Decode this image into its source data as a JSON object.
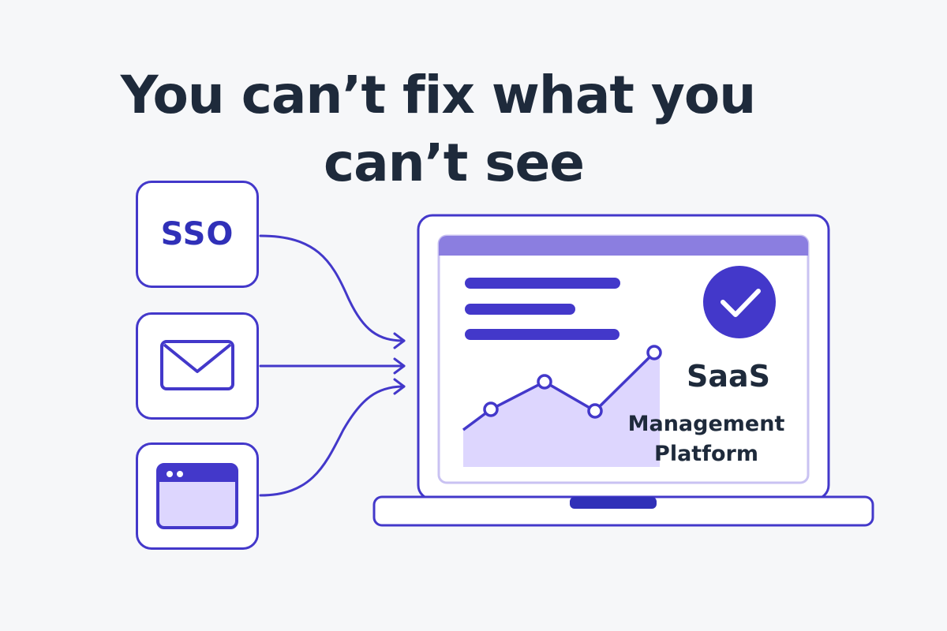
{
  "headline": {
    "line1": "You can’t fix what you",
    "line2": "can’t see"
  },
  "sources": [
    {
      "name": "SSO",
      "icon": "text-label"
    },
    {
      "name": "",
      "icon": "envelope-icon"
    },
    {
      "name": "",
      "icon": "browser-window-icon"
    }
  ],
  "platform": {
    "title": "SaaS",
    "subtitle_line1": "Management",
    "subtitle_line2": "Platform",
    "status_icon": "checkmark-icon"
  },
  "colors": {
    "accent": "#4338ca",
    "accent_light": "#ddd6fe",
    "header_bar": "#8b7ee0",
    "text_dark": "#1e2a3b",
    "background": "#f6f7f9"
  }
}
